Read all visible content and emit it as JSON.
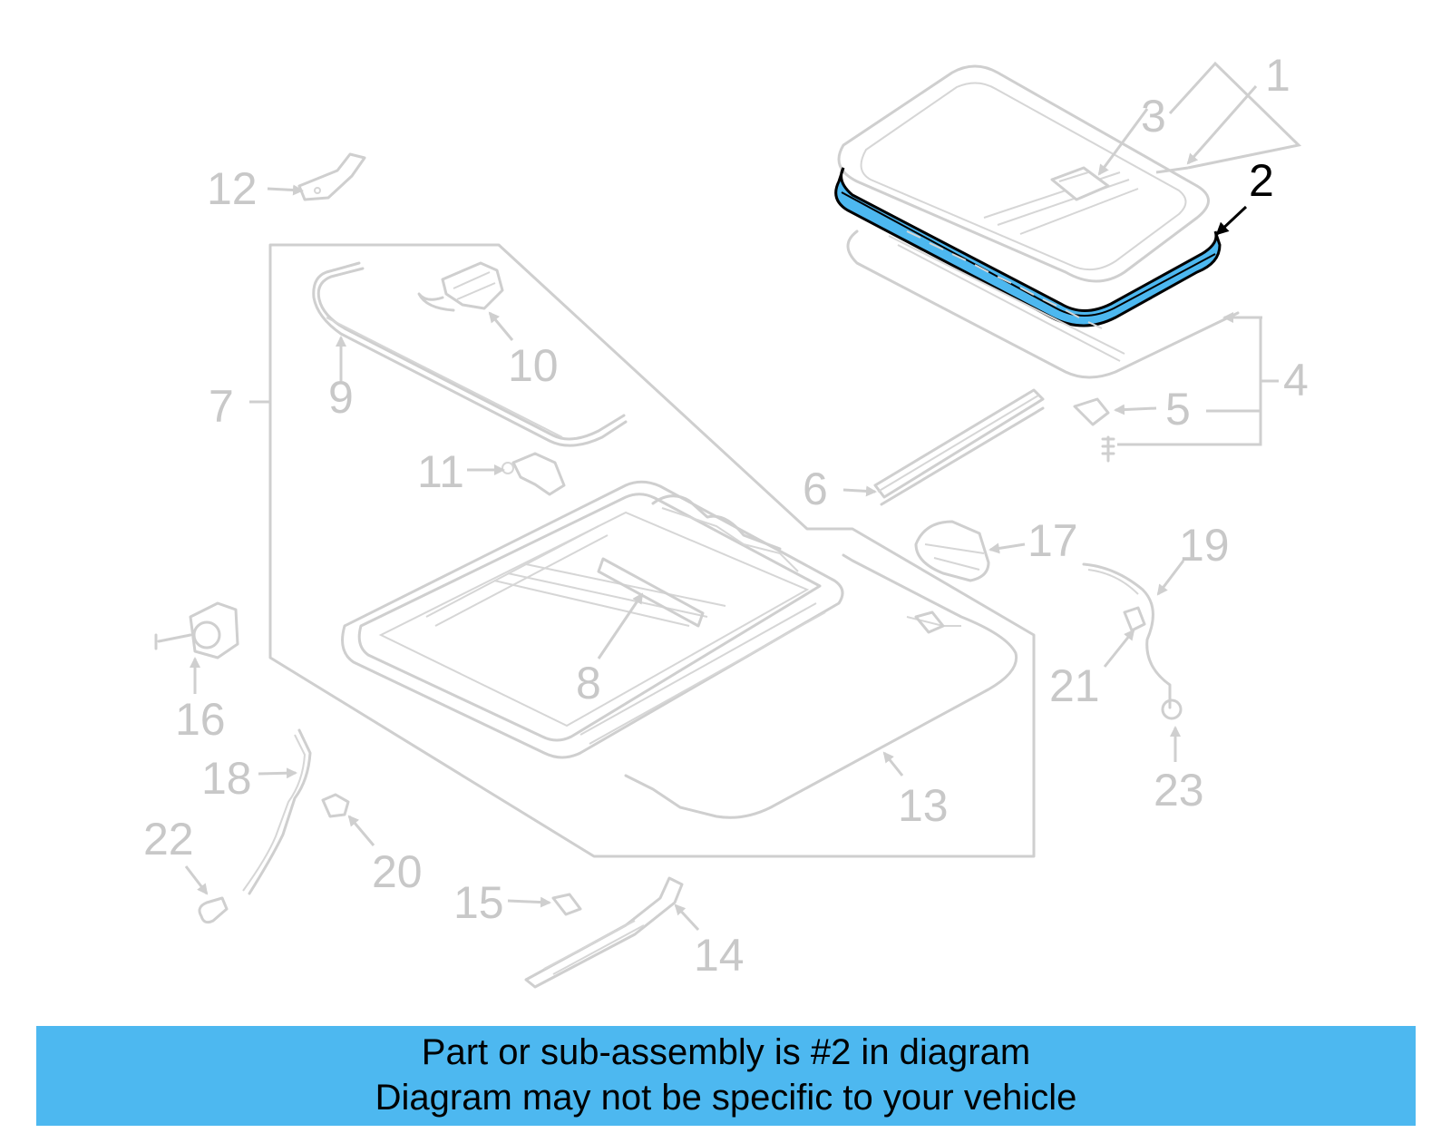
{
  "diagram": {
    "highlight_color": "#4db8f0",
    "highlighted_part": "2",
    "callouts": [
      "1",
      "2",
      "3",
      "4",
      "5",
      "6",
      "7",
      "8",
      "9",
      "10",
      "11",
      "12",
      "13",
      "14",
      "15",
      "16",
      "17",
      "18",
      "19",
      "20",
      "21",
      "22",
      "23"
    ]
  },
  "banner": {
    "line1": "Part or sub-assembly is #2 in diagram",
    "line2": "Diagram may not be specific to your vehicle",
    "background": "#4db8f0"
  }
}
